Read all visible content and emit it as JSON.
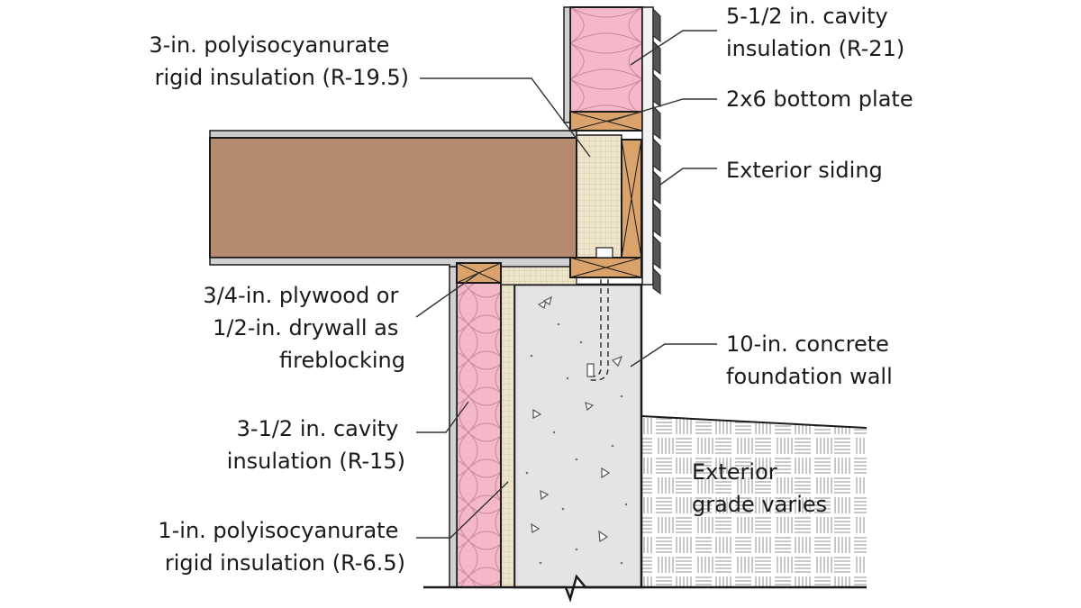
{
  "labels": {
    "rigid_top": [
      "3-in. polyisocyanurate",
      "rigid insulation (R-19.5)"
    ],
    "cavity_top": [
      "5-1/2 in. cavity",
      "insulation (R-21)"
    ],
    "bottom_plate": [
      "2x6 bottom plate"
    ],
    "siding": [
      "Exterior siding"
    ],
    "fireblocking": [
      "3/4-in. plywood or",
      "1/2-in. drywall as",
      "fireblocking"
    ],
    "foundation": [
      "10-in. concrete",
      "foundation wall"
    ],
    "cavity_bottom": [
      "3-1/2 in. cavity",
      "insulation (R-15)"
    ],
    "grade": [
      "Exterior",
      "grade varies"
    ],
    "rigid_bottom": [
      "1-in. polyisocyanurate",
      "rigid insulation (R-6.5)"
    ]
  },
  "colors": {
    "batt_insulation": "#f4b8c8",
    "joist": "#b58a6e",
    "lumber": "#d9a36b",
    "concrete": "#e4e4e4",
    "rigid_board": "#efe4cc",
    "drywall": "#d0d0d0",
    "outline": "#1a1a1a"
  }
}
